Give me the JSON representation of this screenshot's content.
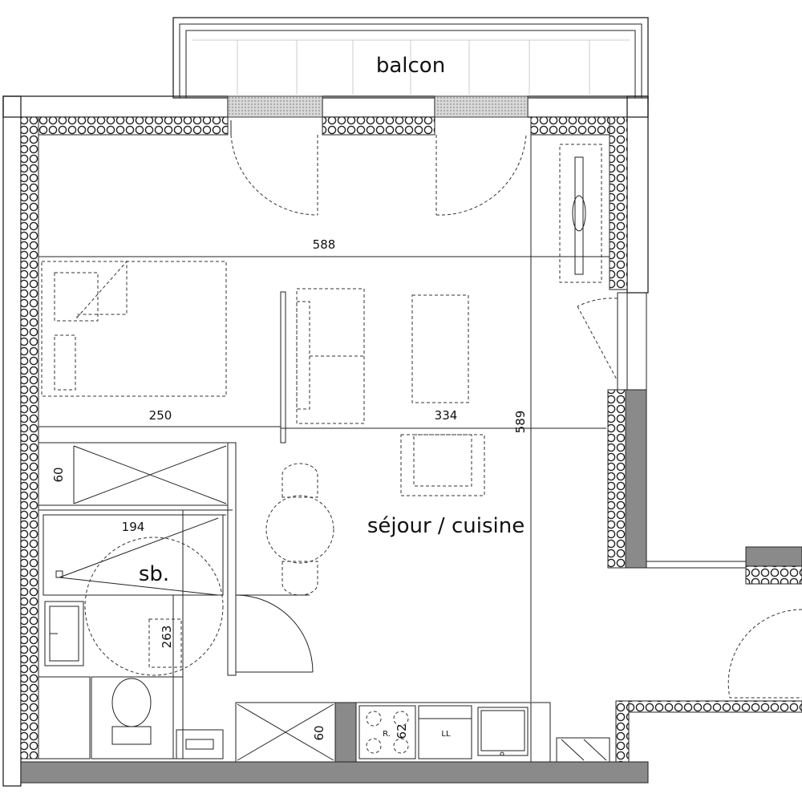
{
  "rooms": {
    "balcony": "balcon",
    "living_kitchen": "séjour / cuisine",
    "bathroom": "sb."
  },
  "dimensions": {
    "total_width": "588",
    "total_height": "589",
    "bedroom_width": "250",
    "living_width": "334",
    "closet_depth": "60",
    "bath_width": "194",
    "bath_length": "263",
    "kitchen_closet_depth": "60",
    "hob_depth": "62"
  },
  "appliances": {
    "fridge": "R.",
    "dishwasher": "LL"
  },
  "colors": {
    "wall_fill": "#8a8a8a",
    "line": "#222222"
  }
}
